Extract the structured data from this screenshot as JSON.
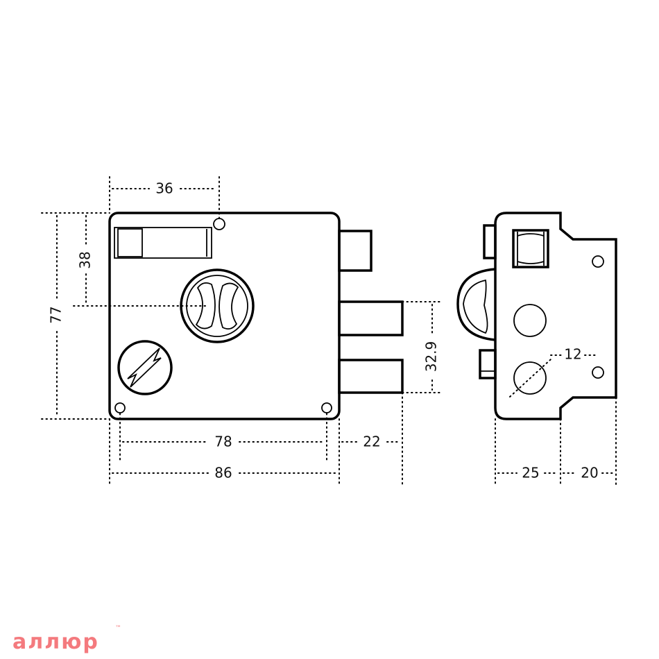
{
  "drawing": {
    "dimensions": {
      "top_width": "36",
      "left_height_partial": "38",
      "left_height_total": "77",
      "mount_holes_span": "78",
      "body_width": "86",
      "bolt_projection": "22",
      "bolt_span": "32.9",
      "hole_diameter": "12",
      "side_depth_body": "25",
      "side_depth_flange": "20"
    }
  },
  "brand": {
    "logo_text": "аллюр",
    "trademark": "™",
    "color": "#f47a7e"
  }
}
